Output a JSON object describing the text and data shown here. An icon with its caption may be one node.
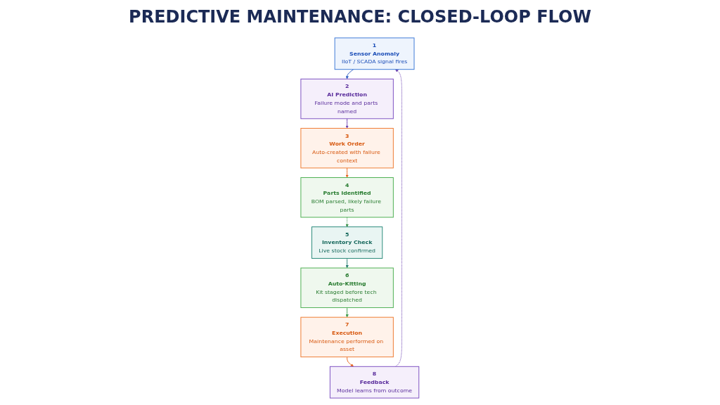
{
  "diagram": {
    "title": "PREDICTIVE MAINTENANCE: CLOSED-LOOP FLOW",
    "nodes": [
      {
        "text": [
          "1",
          "Sensor Anomaly",
          "IIoT / SCADA signal fires"
        ]
      },
      {
        "text": [
          "2",
          "AI Prediction",
          "Failure mode and parts named"
        ]
      },
      {
        "text": [
          "3",
          "Work Order",
          "Auto-created with failure context"
        ]
      },
      {
        "text": [
          "4",
          "Parts Identified",
          "BOM parsed, likely failure parts"
        ]
      },
      {
        "text": [
          "5",
          "Inventory Check",
          "Live stock confirmed"
        ]
      },
      {
        "text": [
          "6",
          "Auto-Kitting",
          "Kit staged before tech dispatched"
        ]
      },
      {
        "text": [
          "7",
          "Execution",
          "Maintenance performed on asset"
        ]
      },
      {
        "text": [
          "8",
          "Feedback",
          "Model learns from outcome"
        ]
      }
    ],
    "edges": [
      {
        "from": 0,
        "to": 1,
        "arrow": "to",
        "color": "#2f5fc4"
      },
      {
        "from": 1,
        "to": 2,
        "arrow": "to",
        "color": "#6a3fb0"
      },
      {
        "from": 2,
        "to": 3,
        "arrow": "to",
        "color": "#e8641c"
      },
      {
        "from": 3,
        "to": 4,
        "arrow": "to",
        "style": "dashed",
        "color": "#2e8b3e"
      },
      {
        "from": 4,
        "to": 5,
        "arrow": "to",
        "color": "#1f7a6e"
      },
      {
        "from": 5,
        "to": 6,
        "arrow": "to",
        "color": "#3a9a48"
      },
      {
        "from": 6,
        "to": 7,
        "arrow": "to",
        "color": "#e8641c"
      },
      {
        "from": 7,
        "to": 0,
        "arrow": "to",
        "style": "dashed",
        "color": "#6a3fb0"
      }
    ]
  }
}
